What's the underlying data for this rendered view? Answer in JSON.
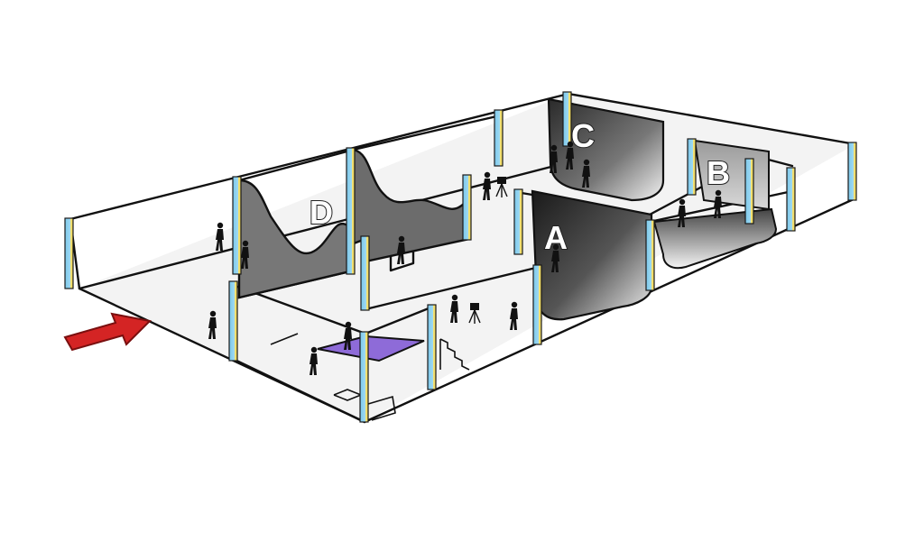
{
  "diagram": {
    "zones": [
      {
        "id": "A",
        "label": "A"
      },
      {
        "id": "B",
        "label": "B"
      },
      {
        "id": "C",
        "label": "C"
      },
      {
        "id": "D",
        "label": "D"
      }
    ],
    "colors": {
      "pillar_blue": "#8fd3ef",
      "pillar_yellow": "#f3e27a",
      "entrance_arrow": "#d42424",
      "purple_pad": "#8e6bd8",
      "floor": "#f5f5f5"
    },
    "icons": [
      "entrance-arrow-icon",
      "person-icon",
      "camera-tripod-icon",
      "stairs-icon"
    ]
  }
}
